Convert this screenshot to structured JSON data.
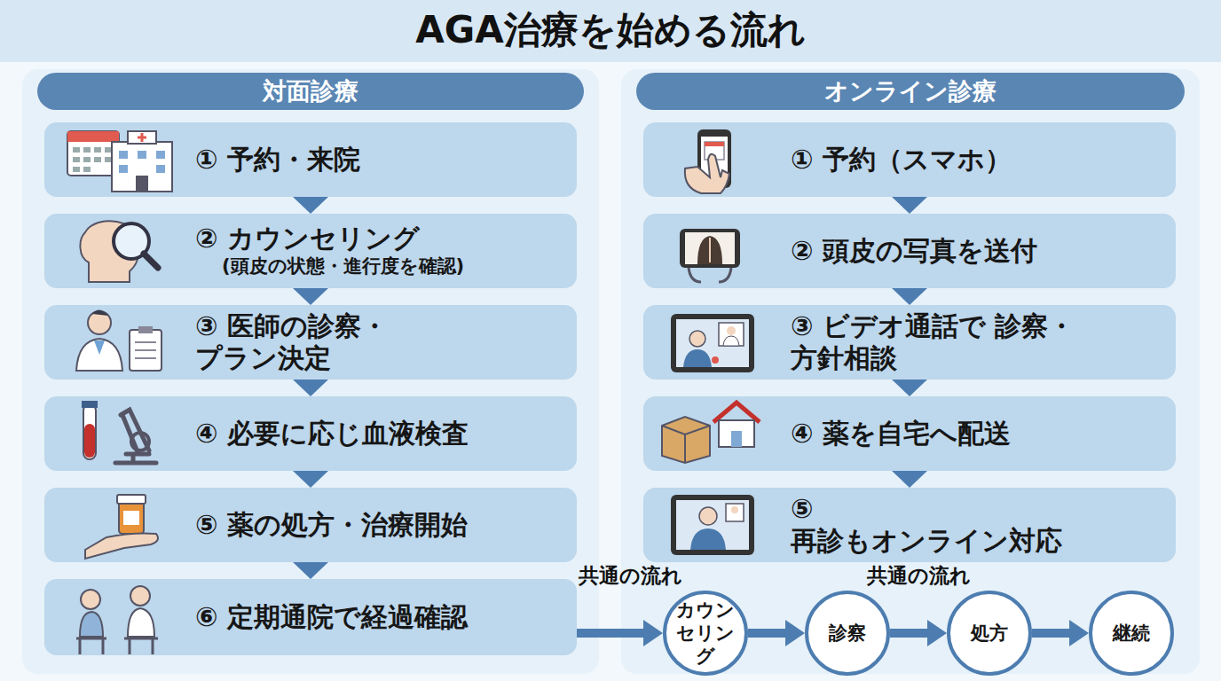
{
  "diagram": {
    "title": "AGA治療を始める流れ",
    "nodes": [
      {
        "text": [
          "対面診療"
        ]
      },
      {
        "text": [
          "① 予約・来院"
        ],
        "in": 0
      },
      {
        "text": [
          "② カウンセリング",
          "(頭皮の状態・進行度を確認)"
        ],
        "in": 0
      },
      {
        "text": [
          "③ 医師の診察・プラン決定"
        ],
        "in": 0
      },
      {
        "text": [
          "④ 必要に応じ血液検査"
        ],
        "in": 0
      },
      {
        "text": [
          "⑤ 薬の処方・治療開始"
        ],
        "in": 0
      },
      {
        "text": [
          "⑥ 定期通院で経過確認"
        ],
        "in": 0
      },
      {
        "text": [
          "オンライン診療"
        ]
      },
      {
        "text": [
          "① 予約（スマホ）"
        ],
        "in": 7
      },
      {
        "text": [
          "② 頭皮の写真を送付"
        ],
        "in": 7
      },
      {
        "text": [
          "③ ビデオ通話で 診察・方針相談"
        ],
        "in": 7
      },
      {
        "text": [
          "④ 薬を自宅へ配送"
        ],
        "in": 7
      },
      {
        "text": [
          "⑤ 再診もオンライン対応"
        ],
        "in": 7
      },
      {
        "text": [
          "カウンセリング"
        ]
      },
      {
        "text": [
          "診察"
        ]
      },
      {
        "text": [
          "処方"
        ]
      },
      {
        "text": [
          "継続"
        ]
      }
    ],
    "edges": [
      {
        "from": 1,
        "to": 2,
        "arrow": "to"
      },
      {
        "from": 2,
        "to": 3,
        "arrow": "to"
      },
      {
        "from": 3,
        "to": 4,
        "arrow": "to"
      },
      {
        "from": 4,
        "to": 5,
        "arrow": "to"
      },
      {
        "from": 5,
        "to": 6,
        "arrow": "to"
      },
      {
        "from": 8,
        "to": 9,
        "arrow": "to"
      },
      {
        "from": 9,
        "to": 10,
        "arrow": "to"
      },
      {
        "from": 10,
        "to": 11,
        "arrow": "to"
      },
      {
        "from": 11,
        "to": 12,
        "arrow": "to"
      },
      {
        "from": 6,
        "to": 13,
        "arrow": "to"
      },
      {
        "from": 13,
        "to": 14,
        "arrow": "to"
      },
      {
        "from": 14,
        "to": 15,
        "arrow": "to"
      },
      {
        "from": 15,
        "to": 16,
        "arrow": "to"
      }
    ],
    "labels": [
      "共通の流れ",
      "共通の流れ"
    ]
  }
}
